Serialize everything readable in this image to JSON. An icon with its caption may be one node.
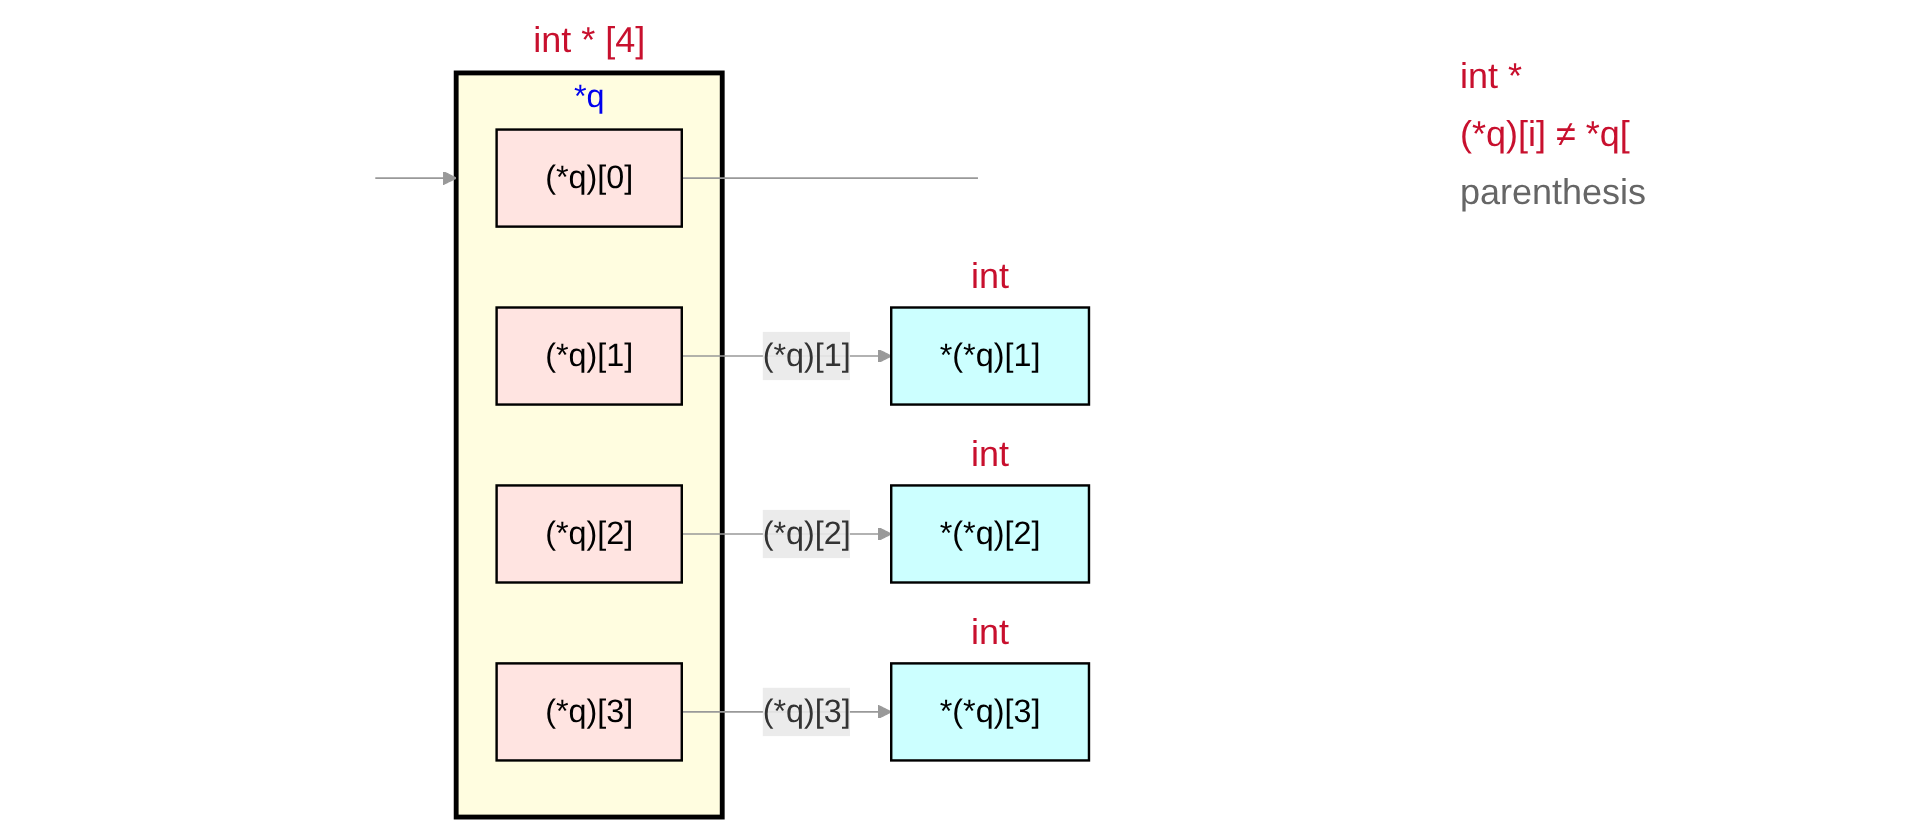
{
  "diagram": {
    "nodes": [
      {
        "text": [
          "*q"
        ],
        "beside": [
          "int * [4]"
        ]
      },
      {
        "text": [
          "(*q)[0]"
        ],
        "in": 0
      },
      {
        "text": [
          "(*q)[1]"
        ],
        "in": 0
      },
      {
        "text": [
          "(*q)[2]"
        ],
        "in": 0
      },
      {
        "text": [
          "(*q)[3]"
        ],
        "in": 0
      },
      {
        "text": [
          "*(*q)[1]"
        ],
        "beside": [
          "int"
        ]
      },
      {
        "text": [
          "*(*q)[2]"
        ],
        "beside": [
          "int"
        ]
      },
      {
        "text": [
          "*(*q)[3]"
        ],
        "beside": [
          "int"
        ]
      }
    ],
    "edges": [
      {
        "from": null,
        "to": 0,
        "arrow": "to"
      },
      {
        "from": 1,
        "to": null,
        "arrow": "none"
      },
      {
        "from": 2,
        "to": 5,
        "label": "(*q)[1]",
        "arrow": "to"
      },
      {
        "from": 3,
        "to": 6,
        "label": "(*q)[2]",
        "arrow": "to"
      },
      {
        "from": 4,
        "to": 7,
        "label": "(*q)[3]",
        "arrow": "to"
      }
    ],
    "labels": [
      "int *",
      "(*q)[i] ≠ *q[",
      "parenthesis"
    ]
  }
}
